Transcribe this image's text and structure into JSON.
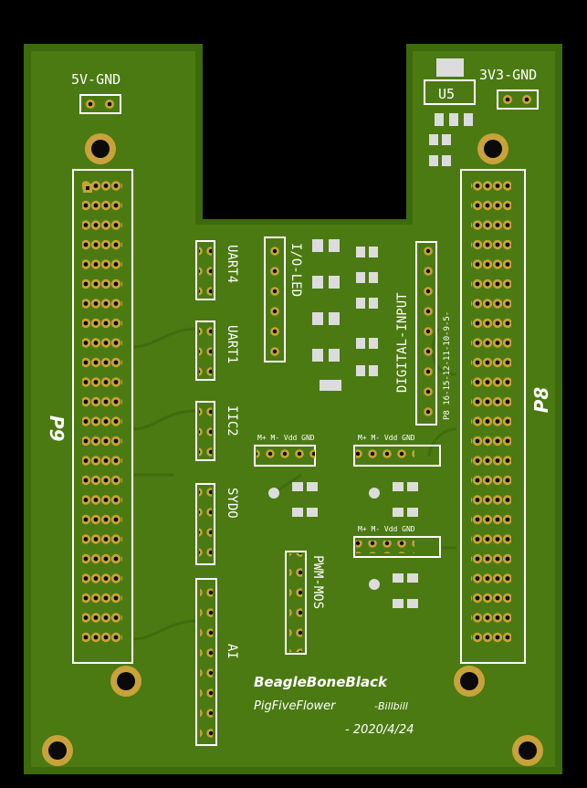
{
  "colors": {
    "background": "#000000",
    "board": "#4b7a12",
    "board_edge": "#3c6a0c",
    "trace": "#3f6c0e",
    "silkscreen": "#ffffff",
    "pad": "#c9a23a",
    "hole": "#0a0a0a"
  },
  "labels": {
    "power_left": "5V-GND",
    "power_right": "3V3-GND",
    "regulator": "U5",
    "header_left": "P9",
    "header_right": "P8",
    "uart4": "UART4",
    "uart1": "UART1",
    "iic2": "IIC2",
    "sydo": "SYDO",
    "ai": "AI",
    "io_led": "I/O-LED",
    "digital_input": "DIGITAL-INPUT",
    "digital_input_pins": "P8 16-15-12-11-10-9-5-",
    "pwm_mos": "PWM-MOS",
    "servo_header": "M+ M- Vdd GND",
    "board_name": "BeagleBoneBlack",
    "project": "PigFiveFlower",
    "author": "-Billbill",
    "date": "- 2020/4/24"
  },
  "icons": [
    "mounting-hole-icon",
    "pin-header-icon",
    "smd-resistor-icon",
    "led-icon"
  ]
}
